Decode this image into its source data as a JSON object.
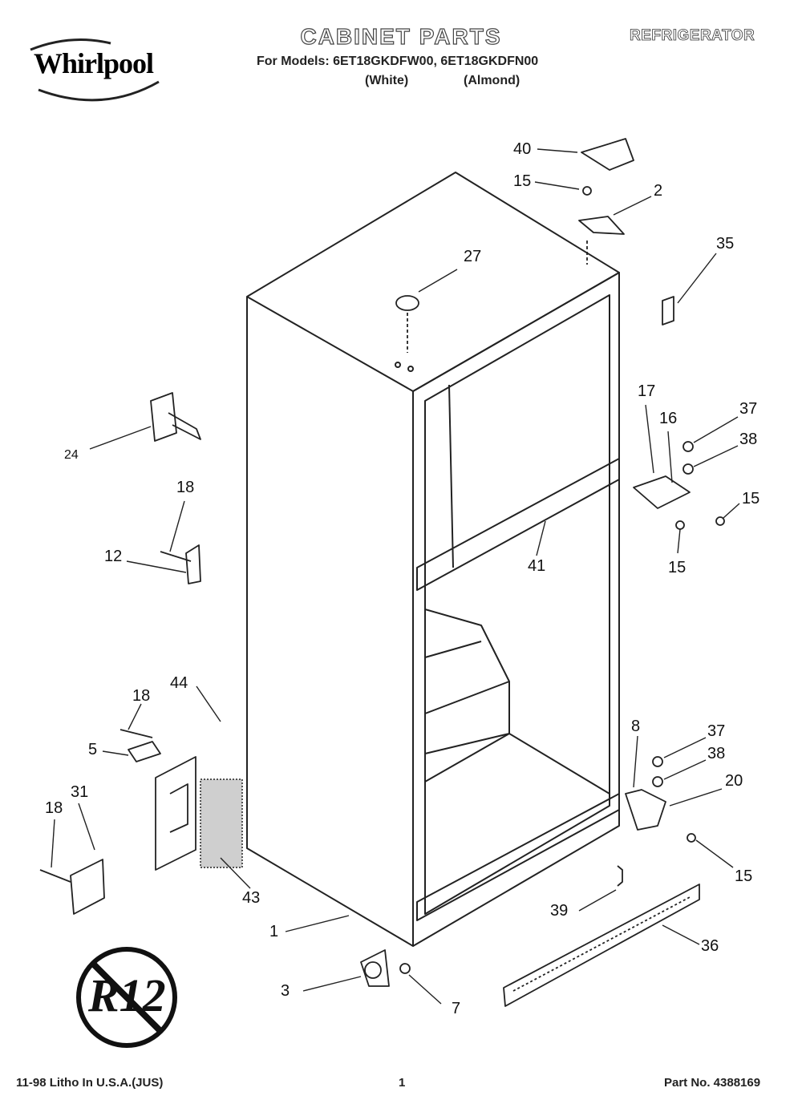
{
  "header": {
    "brand": "Whirlpool",
    "title": "CABINET PARTS",
    "category": "REFRIGERATOR",
    "models_line": "For Models: 6ET18GKDFW00, 6ET18GKDFN00",
    "model_note_1": "(White)",
    "model_note_2": "(Almond)"
  },
  "callouts": {
    "c40": "40",
    "c15a": "15",
    "c2": "2",
    "c35": "35",
    "c27": "27",
    "c24": "24",
    "c18a": "18",
    "c12": "12",
    "c17": "17",
    "c16": "16",
    "c37a": "37",
    "c38a": "38",
    "c15b": "15",
    "c15c": "15",
    "c41": "41",
    "c44": "44",
    "c18b": "18",
    "c5": "5",
    "c31": "31",
    "c18c": "18",
    "c43": "43",
    "c8": "8",
    "c37b": "37",
    "c38b": "38",
    "c20": "20",
    "c15d": "15",
    "c39": "39",
    "c1": "1",
    "c36": "36",
    "c3": "3",
    "c7": "7"
  },
  "badge": {
    "text": "R12"
  },
  "footer": {
    "left": "11-98 Litho In U.S.A.(JUS)",
    "center": "1",
    "right": "Part No. 4388169"
  },
  "colors": {
    "line": "#222222",
    "insulation": "#cfcfcf"
  }
}
